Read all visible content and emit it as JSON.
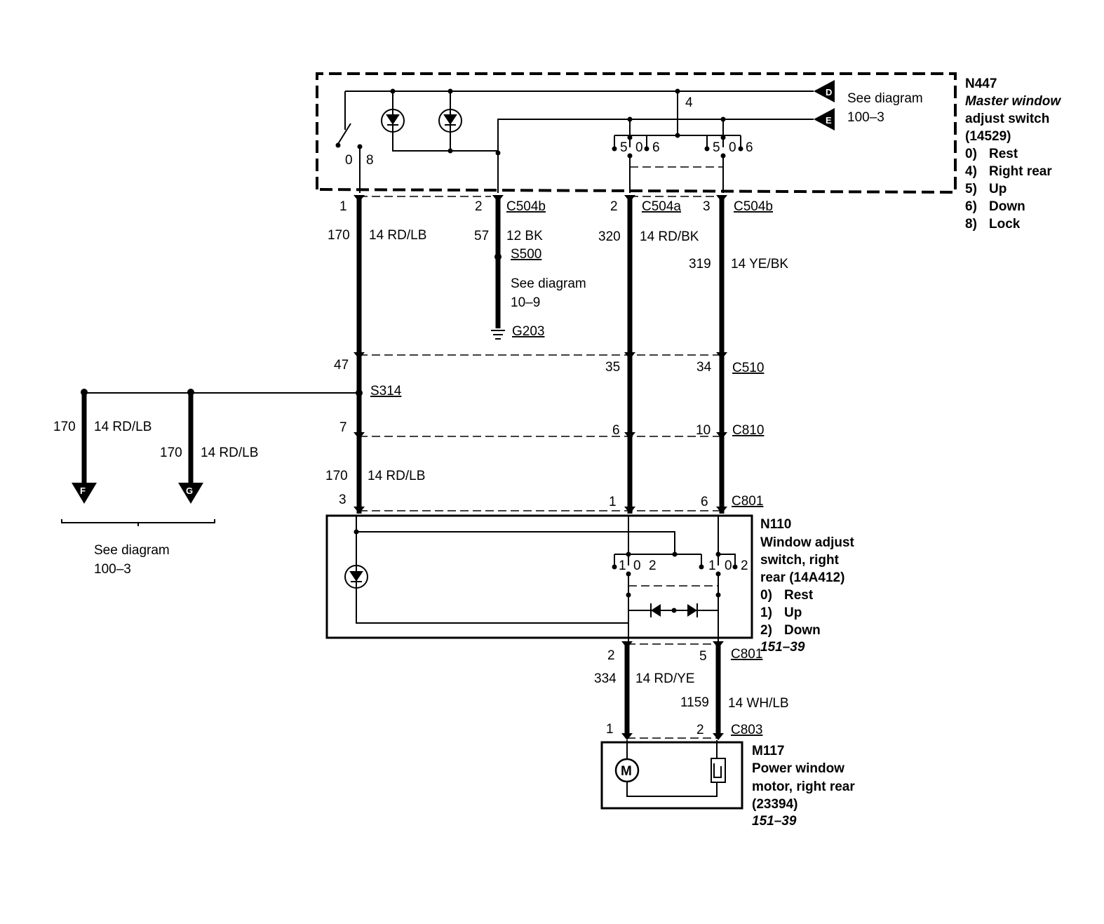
{
  "modules": {
    "master_switch": {
      "id": "N447",
      "name_lines": [
        "Master window",
        "adjust switch",
        "(14529)"
      ],
      "positions": [
        "0)",
        "4)",
        "5)",
        "6)",
        "8)"
      ],
      "position_names": [
        "Rest",
        "Right rear",
        "Up",
        "Down",
        "Lock"
      ],
      "contacts": {
        "c0": "0",
        "c8": "8",
        "c4": "4",
        "a5": "5",
        "a0": "0",
        "a6": "6",
        "b5": "5",
        "b0": "0",
        "b6": "6"
      },
      "ref_d": "D",
      "ref_e": "E",
      "ref_text_1": "See diagram",
      "ref_text_2": "100–3"
    },
    "rear_switch": {
      "id": "N110",
      "name_lines": [
        "Window adjust",
        "switch, right",
        "rear (14A412)"
      ],
      "positions": [
        "0)",
        "1)",
        "2)"
      ],
      "position_names": [
        "Rest",
        "Up",
        "Down"
      ],
      "contacts": {
        "a1": "1",
        "a0": "0",
        "a2": "2",
        "b1": "1",
        "b0": "0",
        "b2": "2"
      },
      "page_ref": "151–39"
    },
    "motor": {
      "id": "M117",
      "name_lines": [
        "Power window",
        "motor, right rear",
        "(23394)"
      ],
      "symbol": "M",
      "page_ref": "151–39"
    }
  },
  "connectors": {
    "c504b_1": {
      "pin": "1"
    },
    "c504b_2": {
      "pin": "2",
      "name": "C504b"
    },
    "c504a": {
      "pin": "2",
      "name": "C504a"
    },
    "c504b_3": {
      "pin": "3",
      "name": "C504b"
    },
    "c510": {
      "pins": [
        "47",
        "35",
        "34"
      ],
      "name": "C510"
    },
    "c810": {
      "pins": [
        "7",
        "6",
        "10"
      ],
      "name": "C810"
    },
    "c801_top": {
      "pins": [
        "3",
        "1",
        "6"
      ],
      "name": "C801"
    },
    "c801_bottom": {
      "pins": [
        "2",
        "5"
      ],
      "name": "C801"
    },
    "c803": {
      "pins": [
        "1",
        "2"
      ],
      "name": "C803"
    }
  },
  "wires": [
    {
      "circuit": "170",
      "spec": "14 RD/LB"
    },
    {
      "circuit": "57",
      "spec": "12 BK"
    },
    {
      "circuit": "320",
      "spec": "14 RD/BK"
    },
    {
      "circuit": "319",
      "spec": "14 YE/BK"
    },
    {
      "circuit": "170",
      "spec": "14 RD/LB"
    },
    {
      "circuit": "170",
      "spec": "14 RD/LB"
    },
    {
      "circuit": "170",
      "spec": "14 RD/LB"
    },
    {
      "circuit": "334",
      "spec": "14 RD/YE"
    },
    {
      "circuit": "1159",
      "spec": "14 WH/LB"
    }
  ],
  "splices": {
    "s500": "S500",
    "s314": "S314"
  },
  "ground": {
    "name": "G203",
    "ref_text_1": "See diagram",
    "ref_text_2": "10–9"
  },
  "off_page": {
    "f": "F",
    "g": "G",
    "ref_text_1": "See diagram",
    "ref_text_2": "100–3"
  }
}
